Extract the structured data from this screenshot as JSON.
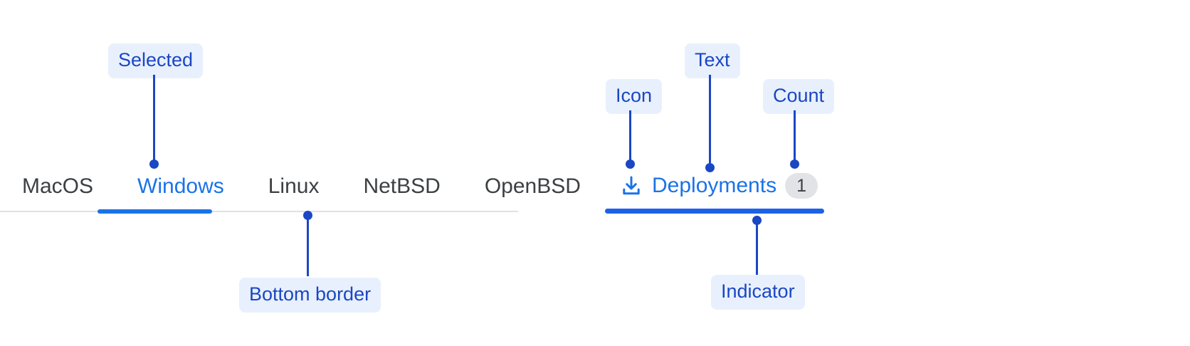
{
  "left_example": {
    "tabs": [
      {
        "label": "MacOS",
        "selected": false
      },
      {
        "label": "Windows",
        "selected": true
      },
      {
        "label": "Linux",
        "selected": false
      },
      {
        "label": "NetBSD",
        "selected": false
      },
      {
        "label": "OpenBSD",
        "selected": false
      }
    ],
    "annotations": {
      "selected": "Selected",
      "bottom_border": "Bottom border"
    }
  },
  "right_example": {
    "tab": {
      "icon": "download-icon",
      "text": "Deployments",
      "count": "1"
    },
    "annotations": {
      "icon": "Icon",
      "text": "Text",
      "count": "Count",
      "indicator": "Indicator"
    }
  },
  "colors": {
    "accent": "#1a73e8",
    "annotation": "#1a47c4",
    "annotation_bg": "#e9f0fd",
    "tab_text": "#3c4043",
    "divider": "#dfe1e5",
    "count_bg": "#e1e3e6"
  }
}
